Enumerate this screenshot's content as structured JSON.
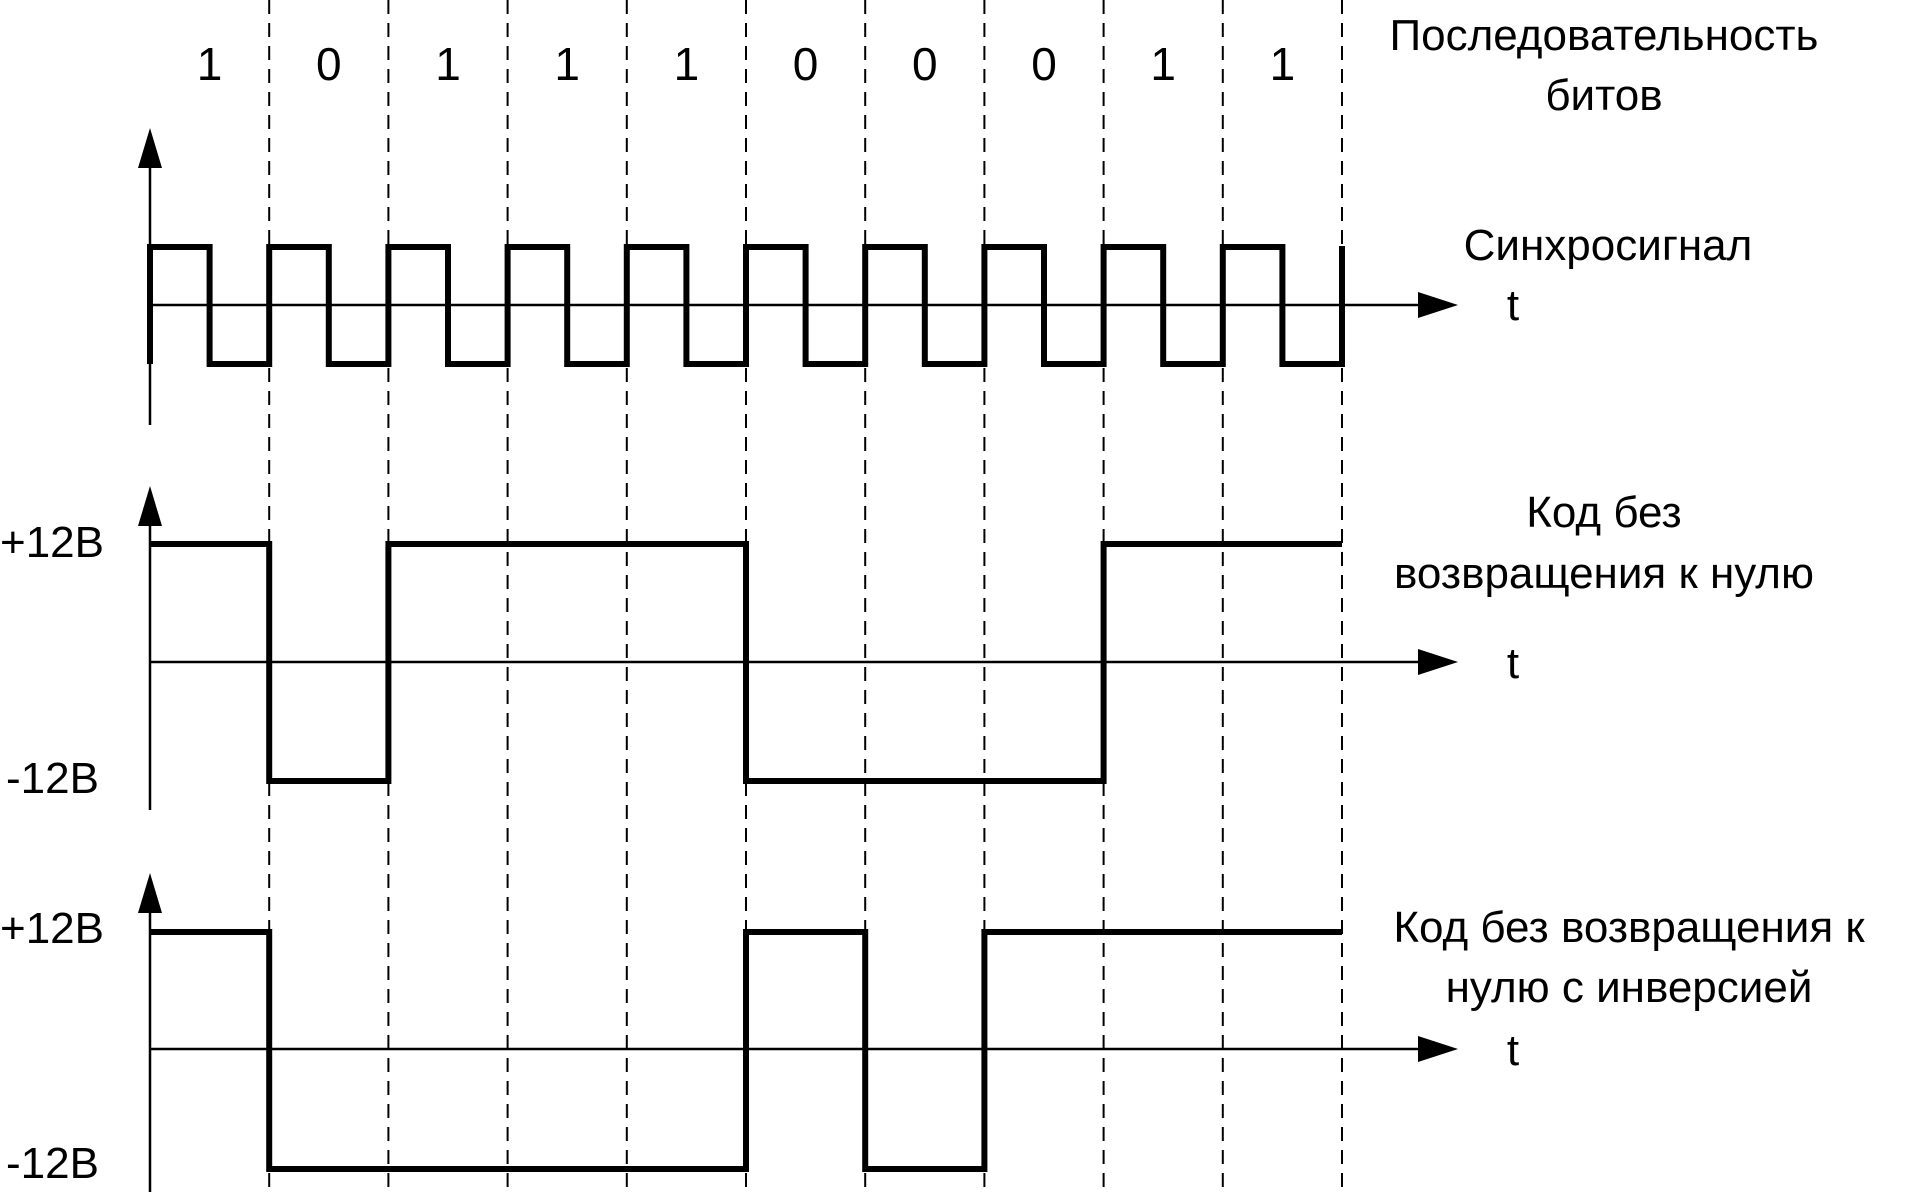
{
  "header": {
    "title_line1": "Последовательность",
    "title_line2": "битов"
  },
  "bits": [
    "1",
    "0",
    "1",
    "1",
    "1",
    "0",
    "0",
    "0",
    "1",
    "1"
  ],
  "axis_label": "t",
  "clock": {
    "label": "Синхросигнал"
  },
  "nrz": {
    "label_line1": "Код без",
    "label_line2": "возвращения к нулю",
    "high_label": "+12В",
    "low_label": "-12В",
    "levels": [
      1,
      0,
      1,
      1,
      1,
      0,
      0,
      0,
      1,
      1
    ]
  },
  "nrzi": {
    "label_line1": "Код без возвращения к",
    "label_line2": "нулю с инверсией",
    "high_label": "+12В",
    "low_label": "-12В",
    "levels": [
      1,
      0,
      0,
      0,
      0,
      1,
      0,
      1,
      1,
      1
    ]
  },
  "colors": {
    "line": "#000000",
    "background": "#ffffff"
  }
}
